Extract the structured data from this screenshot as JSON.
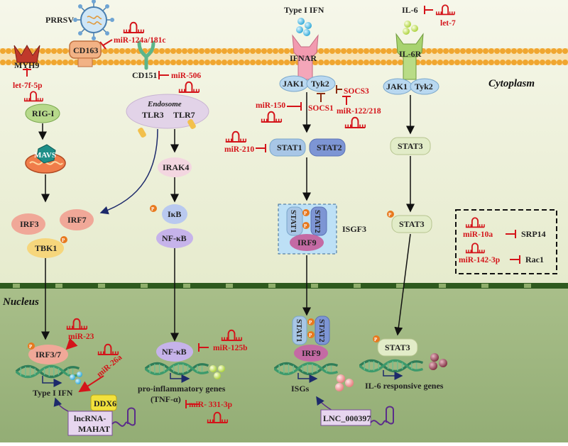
{
  "compartments": {
    "cytoplasm_label": "Cytoplasm",
    "nucleus_label": "Nucleus",
    "endosome_label": "Endosome"
  },
  "ligands": {
    "virus": "PRRSV",
    "type1_ifn": "Type I IFN",
    "il6": "IL-6"
  },
  "receptors": {
    "myh9": "MYH9",
    "cd163": "CD163",
    "cd151": "CD151",
    "ifnar": "IFNAR",
    "il6r": "IL-6R",
    "tlr3": "TLR3",
    "tlr7": "TLR7"
  },
  "proteins": {
    "rig_i": "RIG-I",
    "mavs": "MAVS",
    "irf3": "IRF3",
    "irf7": "IRF7",
    "tbk1": "TBK1",
    "irak4": "IRAK4",
    "ikb": "IκB",
    "nfkb": "NF-κB",
    "jak1_a": "JAK1",
    "tyk2": "Tyk2",
    "socs3": "SOCS3",
    "socs1": "SOCS1",
    "stat1": "STAT1",
    "stat2": "STAT2",
    "isgf3": "ISGF3",
    "irf9": "IRF9",
    "jak1_b": "JAK1",
    "jak2": "Tyk2",
    "stat3": "STAT3",
    "stat3_p": "STAT3",
    "srp14": "SRP14",
    "rac1": "Rac1",
    "nuc_irf37": "IRF3/7",
    "nuc_nfkb": "NF-κB",
    "nuc_stat1": "STAT1",
    "nuc_stat2": "STAT2",
    "nuc_irf9": "IRF9",
    "nuc_stat3": "STAT3",
    "ddx6": "DDX6",
    "lnc_mahat_1": "lncRNA-",
    "lnc_mahat_2": "MAHAT",
    "lnc_000397": "LNC_000397"
  },
  "phospho": "P",
  "micrornas": {
    "mir_124_181": "miR-124a/181c",
    "let7_il6": "let-7",
    "let7f": "let-7f-5p",
    "mir_506": "miR-506",
    "mir_150": "miR-150",
    "mir_122_218": "miR-122/218",
    "mir_210": "miR-210",
    "mir_10a": "miR-10a",
    "mir_142": "miR-142-3p",
    "mir_23": "miR-23",
    "mir_26a": "miR-26a",
    "mir_125b": "miR-125b",
    "mir_331": "miR- 331-3p"
  },
  "outputs": {
    "type1_ifn_out": "Type I IFN",
    "proinflam": "pro-inflammatory genes",
    "tnfa": "(TNF-α)",
    "isgs": "ISGs",
    "il6_genes": "IL-6 responsive genes"
  },
  "colors": {
    "cytoplasm": "#eef1dc",
    "nucleus": "#9cb47e",
    "membrane": "#f0a630",
    "mirna": "#d4141a"
  }
}
